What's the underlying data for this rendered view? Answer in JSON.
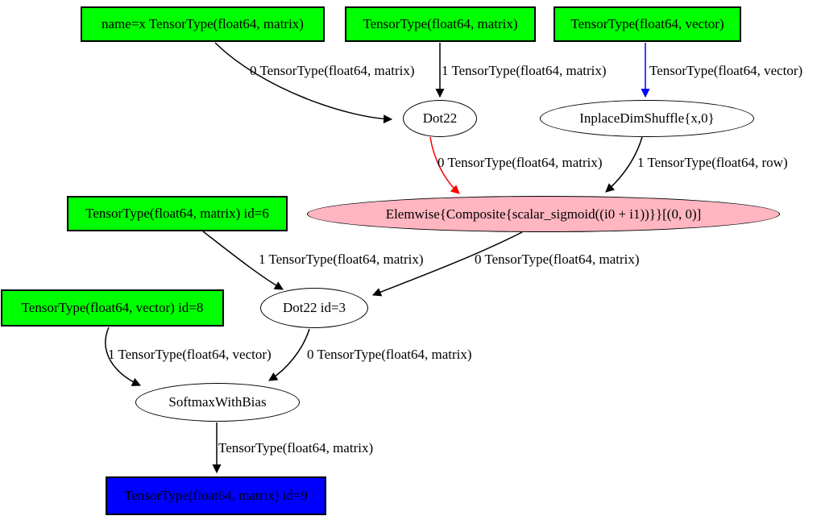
{
  "colors": {
    "input_fill": "#00ff00",
    "output_fill": "#0000ff",
    "op_fill": "#ffffff",
    "elemwise_fill": "#ffb6c1",
    "edge_default": "#000000",
    "edge_red": "#ff0000",
    "edge_blue": "#0000ff",
    "node_border": "#000000"
  },
  "graph": {
    "nodes": [
      {
        "id": "x",
        "label": "name=x TensorType(float64, matrix)",
        "type": "input-box"
      },
      {
        "id": "w",
        "label": "TensorType(float64, matrix)",
        "type": "input-box"
      },
      {
        "id": "bvec",
        "label": "TensorType(float64, vector)",
        "type": "input-box"
      },
      {
        "id": "dot22",
        "label": "Dot22",
        "type": "op-ellipse"
      },
      {
        "id": "dimshuffle",
        "label": "InplaceDimShuffle{x,0}",
        "type": "op-ellipse"
      },
      {
        "id": "elemwise",
        "label": "Elemwise{Composite{scalar_sigmoid((i0 + i1))}}[(0, 0)]",
        "type": "op-ellipse"
      },
      {
        "id": "id6",
        "label": "TensorType(float64, matrix) id=6",
        "type": "input-box"
      },
      {
        "id": "dot22id3",
        "label": "Dot22 id=3",
        "type": "op-ellipse"
      },
      {
        "id": "id8",
        "label": "TensorType(float64, vector) id=8",
        "type": "input-box"
      },
      {
        "id": "softmax",
        "label": "SoftmaxWithBias",
        "type": "op-ellipse"
      },
      {
        "id": "id9",
        "label": "TensorType(float64, matrix) id=9",
        "type": "output-box"
      }
    ],
    "edges": [
      {
        "from": "x",
        "to": "dot22",
        "label": "0 TensorType(float64, matrix)",
        "color": "#000000"
      },
      {
        "from": "w",
        "to": "dot22",
        "label": "1 TensorType(float64, matrix)",
        "color": "#000000"
      },
      {
        "from": "bvec",
        "to": "dimshuffle",
        "label": "TensorType(float64, vector)",
        "color": "#0000ff"
      },
      {
        "from": "dot22",
        "to": "elemwise",
        "label": "0 TensorType(float64, matrix)",
        "color": "#ff0000"
      },
      {
        "from": "dimshuffle",
        "to": "elemwise",
        "label": "1 TensorType(float64, row)",
        "color": "#000000"
      },
      {
        "from": "id6",
        "to": "dot22id3",
        "label": "1 TensorType(float64, matrix)",
        "color": "#000000"
      },
      {
        "from": "elemwise",
        "to": "dot22id3",
        "label": "0 TensorType(float64, matrix)",
        "color": "#000000"
      },
      {
        "from": "id8",
        "to": "softmax",
        "label": "1 TensorType(float64, vector)",
        "color": "#000000"
      },
      {
        "from": "dot22id3",
        "to": "softmax",
        "label": "0 TensorType(float64, matrix)",
        "color": "#000000"
      },
      {
        "from": "softmax",
        "to": "id9",
        "label": "TensorType(float64, matrix)",
        "color": "#000000"
      }
    ]
  }
}
